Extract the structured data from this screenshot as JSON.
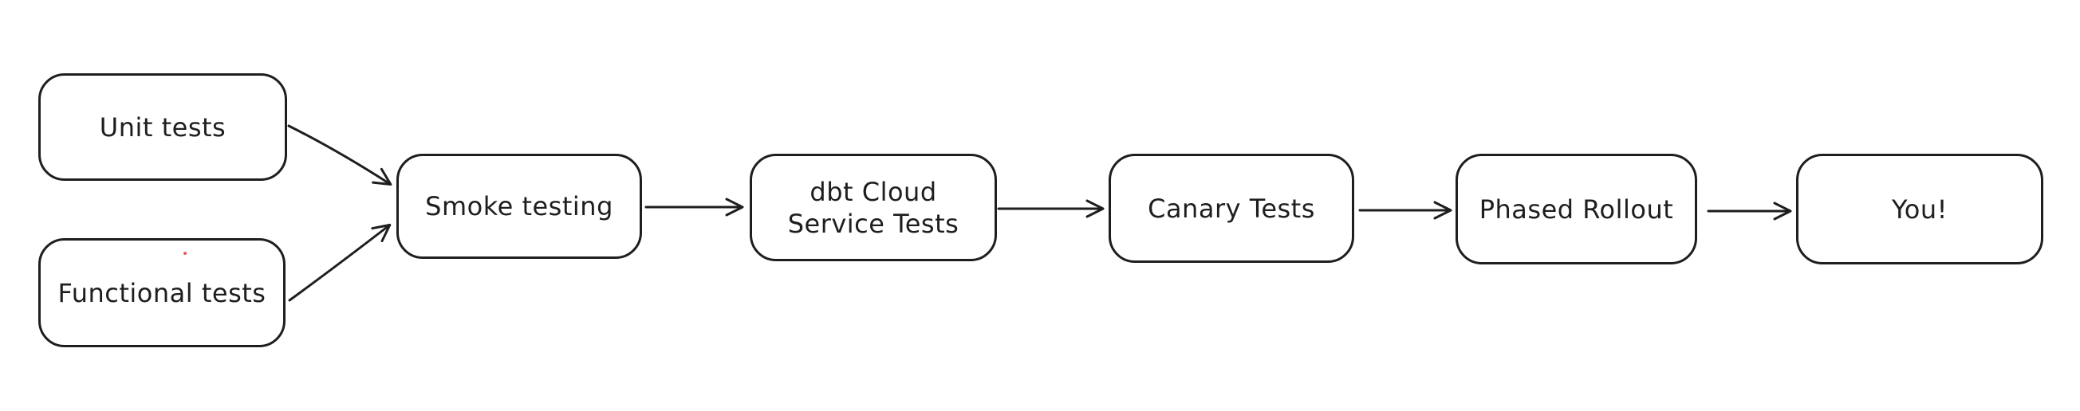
{
  "diagram_type": "flowchart",
  "theme": {
    "background": "#ffffff",
    "stroke": "#1e1e1e",
    "text": "#1e1e1e",
    "artifact_dot": "#e03131"
  },
  "nodes": [
    {
      "id": "unit-tests",
      "label": "Unit tests"
    },
    {
      "id": "functional-tests",
      "label": "Functional tests"
    },
    {
      "id": "smoke-testing",
      "label": "Smoke testing"
    },
    {
      "id": "dbt-cloud-service-tests",
      "label": "dbt Cloud\nService Tests"
    },
    {
      "id": "canary-tests",
      "label": "Canary Tests"
    },
    {
      "id": "phased-rollout",
      "label": "Phased Rollout"
    },
    {
      "id": "you",
      "label": "You!"
    }
  ],
  "edges": [
    {
      "from": "unit-tests",
      "to": "smoke-testing"
    },
    {
      "from": "functional-tests",
      "to": "smoke-testing"
    },
    {
      "from": "smoke-testing",
      "to": "dbt-cloud-service-tests"
    },
    {
      "from": "dbt-cloud-service-tests",
      "to": "canary-tests"
    },
    {
      "from": "canary-tests",
      "to": "phased-rollout"
    },
    {
      "from": "phased-rollout",
      "to": "you"
    }
  ]
}
